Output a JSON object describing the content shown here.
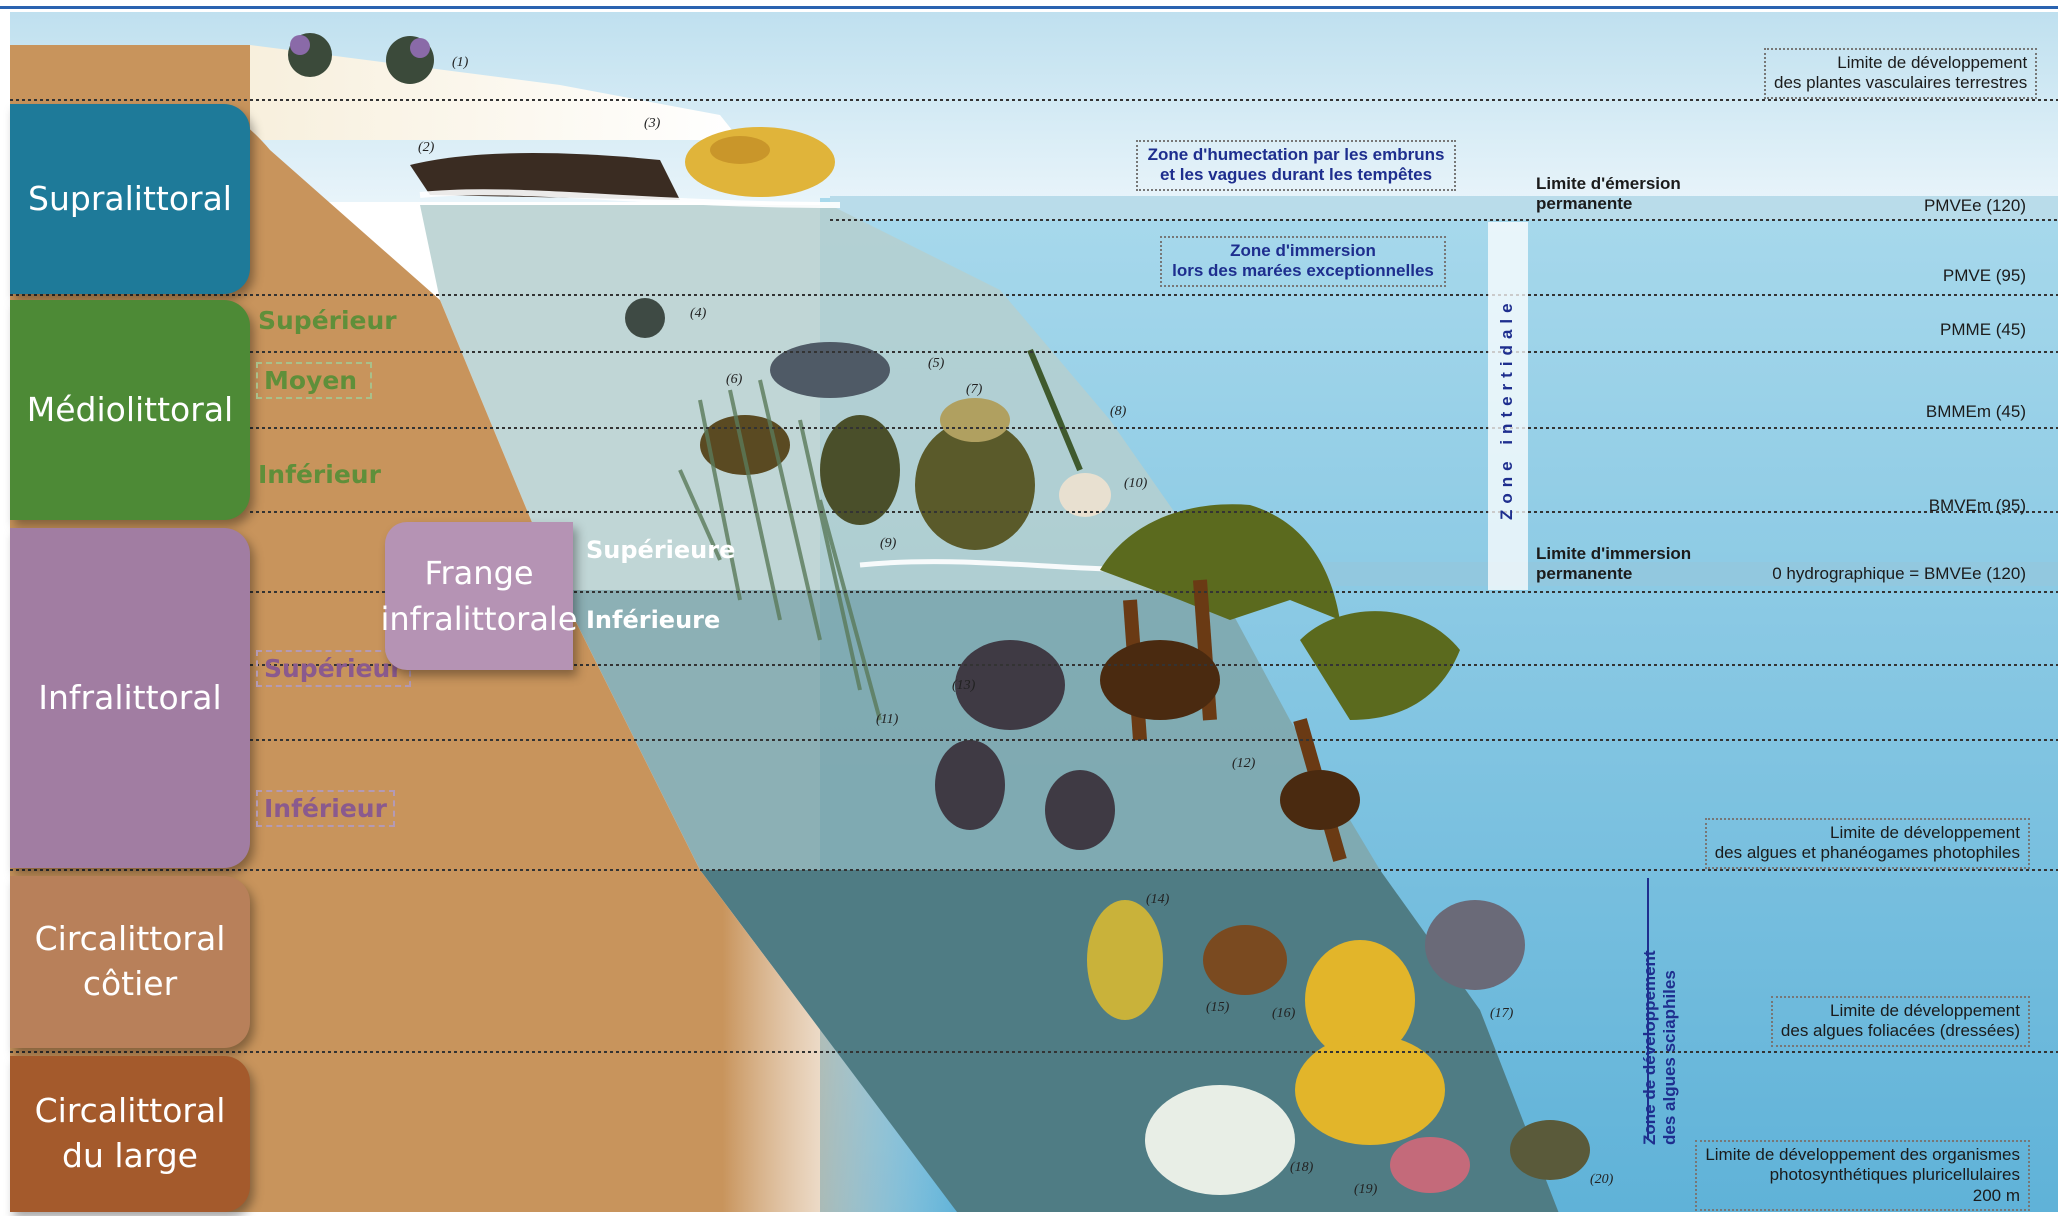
{
  "zones": {
    "supralittoral": "Supralittoral",
    "mediolittoral": "Médiolittoral",
    "infralittoral": "Infralittoral",
    "circa_cotier_1": "Circalittoral",
    "circa_cotier_2": "côtier",
    "circa_large_1": "Circalittoral",
    "circa_large_2": "du large"
  },
  "subzones": {
    "medio_sup": "Supérieur",
    "medio_moy": "Moyen",
    "medio_inf": "Inférieur",
    "infra_sup": "Supérieur",
    "infra_inf": "Inférieur"
  },
  "frange": {
    "line1": "Frange",
    "line2": "infralittorale",
    "sup": "Supérieure",
    "inf": "Inférieure"
  },
  "right_labels": {
    "plantes_1": "Limite de développement",
    "plantes_2": "des plantes vasculaires terrestres",
    "pmvee": "PMVEe (120)",
    "pmve": "PMVE (95)",
    "pmme": "PMME (45)",
    "bmmem": "BMMEm (45)",
    "bmvem": "BMVEm (95)",
    "zero": "0 hydrographique = BMVEe (120)",
    "algues_photo_1": "Limite de développement",
    "algues_photo_2": "des algues et phanéogames photophiles",
    "algues_fol_1": "Limite de développement",
    "algues_fol_2": "des algues foliacées (dressées)",
    "orga_1": "Limite de développement des organismes",
    "orga_2": "photosynthétiques pluricellulaires",
    "orga_3": "200 m"
  },
  "mid_labels": {
    "emersion_1": "Limite d'émersion",
    "emersion_2": "permanente",
    "immersion_1": "Limite d'immersion",
    "immersion_2": "permanente",
    "humect_1": "Zone d'humectation par les embruns",
    "humect_2": "et les vagues durant les tempêtes",
    "immers_exc_1": "Zone d'immersion",
    "immers_exc_2": "lors des marées exceptionnelles",
    "intertidale": "Zone intertidale",
    "sciaphiles_1": "Zone de développement",
    "sciaphiles_2": "des algues sciaphiles"
  },
  "numbers": [
    "(1)",
    "(2)",
    "(3)",
    "(4)",
    "(5)",
    "(6)",
    "(7)",
    "(8)",
    "(9)",
    "(10)",
    "(11)",
    "(12)",
    "(13)",
    "(14)",
    "(15)",
    "(16)",
    "(17)",
    "(18)",
    "(19)",
    "(20)"
  ],
  "colors": {
    "supralittoral": "#1e7a99",
    "mediolittoral": "#4d8a36",
    "infralittoral": "#a17da2",
    "circa_cotier": "#b8805a",
    "circa_large": "#a45a2c",
    "sand": "#c8945c",
    "sea": "#7fc2dd",
    "sea_deep": "#5fb2d8"
  }
}
